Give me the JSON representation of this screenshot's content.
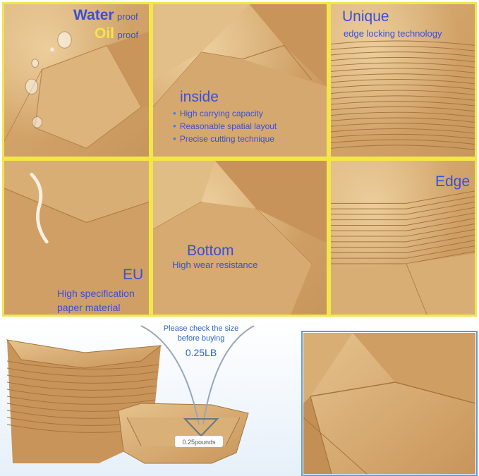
{
  "panels": {
    "waterproof": {
      "line1_word": "Water",
      "line1_suffix": "proof",
      "line2_word": "Oil",
      "line2_suffix": "proof"
    },
    "inside": {
      "title": "inside",
      "bullets": [
        "High carrying capacity",
        "Reasonable spatial layout",
        "Precise cutting technique"
      ]
    },
    "unique": {
      "title": "Unique",
      "subtitle": "edge locking technology"
    },
    "eu": {
      "title": "EU",
      "line1": "High specification",
      "line2": "paper material"
    },
    "bottom": {
      "title": "Bottom",
      "subtitle": "High wear resistance"
    },
    "edge": {
      "title": "Edge"
    }
  },
  "size_note": {
    "line1": "Please check the size",
    "line2": "before buying",
    "weight": "0.25LB",
    "tray_label": "0.25pounds"
  },
  "colors": {
    "border": "#f3e64a",
    "text_blue": "#3a4fd8",
    "kraft": "#d2a46a",
    "photo_frame": "#5b9de0"
  }
}
